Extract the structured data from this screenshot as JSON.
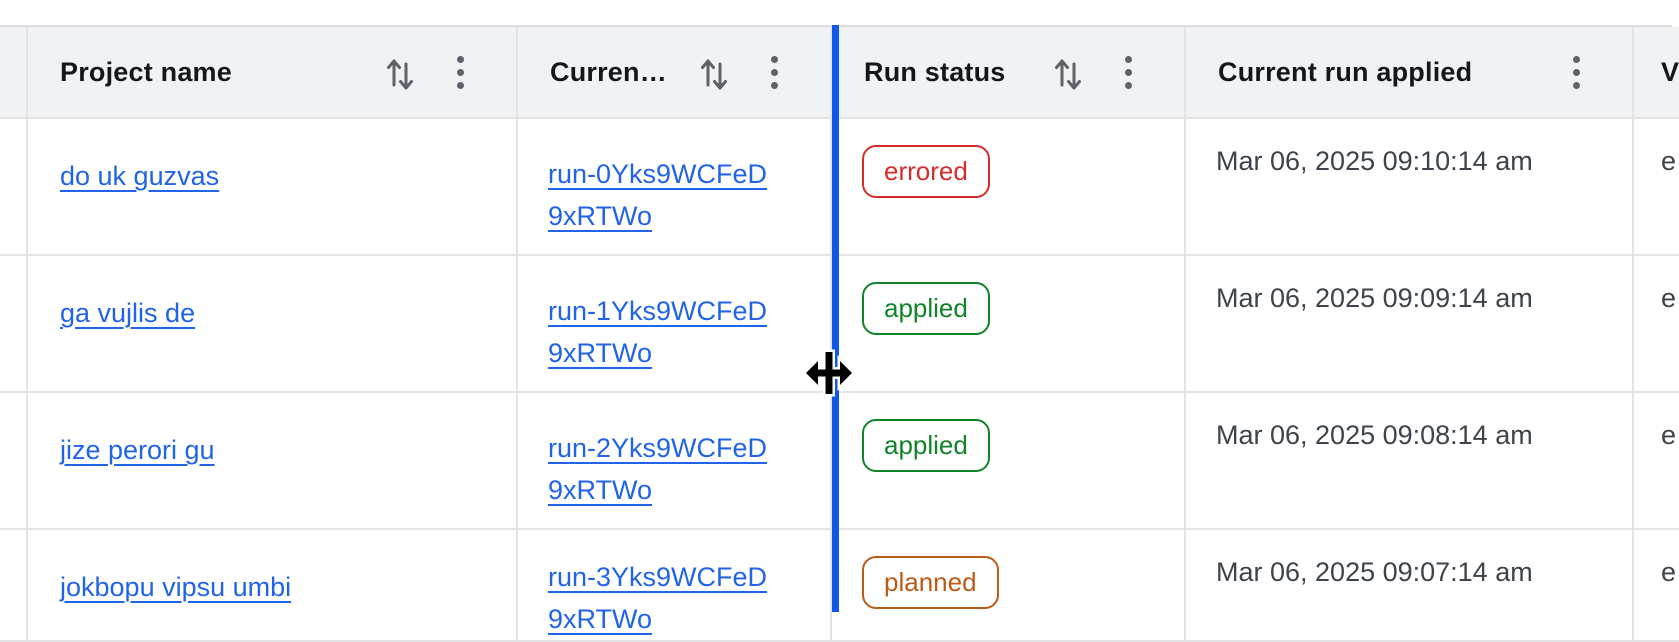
{
  "colors": {
    "header_bg": "#f1f2f3",
    "border": "#e3e4e6",
    "header_text": "#14181c",
    "link": "#2264e8",
    "body_text": "#3d444b",
    "icon_gray": "#5c636b",
    "resize_line_blue": "#1158e8",
    "status_errored": "#d62c2c",
    "status_applied": "#11842a",
    "status_planned": "#bd5b16"
  },
  "header": {
    "columns": [
      {
        "label": "Project name",
        "has_sort": true,
        "has_menu": true
      },
      {
        "label": "Curren…",
        "has_sort": true,
        "has_menu": true
      },
      {
        "label": "Run status",
        "has_sort": true,
        "has_menu": true
      },
      {
        "label": "Current run applied",
        "has_sort": false,
        "has_menu": true
      },
      {
        "label": "V",
        "has_sort": false,
        "has_menu": false
      }
    ]
  },
  "rows": [
    {
      "project": "do uk guzvas",
      "run_id": "run-0Yks9WCFeD9xRTWo",
      "status": "errored",
      "applied_at": "Mar 06, 2025 09:10:14 am",
      "last_cell": "e"
    },
    {
      "project": "ga vujlis de",
      "run_id": "run-1Yks9WCFeD9xRTWo",
      "status": "applied",
      "applied_at": "Mar 06, 2025 09:09:14 am",
      "last_cell": "e"
    },
    {
      "project": "jize perori gu",
      "run_id": "run-2Yks9WCFeD9xRTWo",
      "status": "applied",
      "applied_at": "Mar 06, 2025 09:08:14 am",
      "last_cell": "e"
    },
    {
      "project": "jokbopu vipsu umbi",
      "run_id": "run-3Yks9WCFeD9xRTWo",
      "status": "planned",
      "applied_at": "Mar 06, 2025 09:07:14 am",
      "last_cell": "e"
    }
  ],
  "resize_indicator": {
    "active": true,
    "position_note": "between Current run and Run status columns"
  }
}
